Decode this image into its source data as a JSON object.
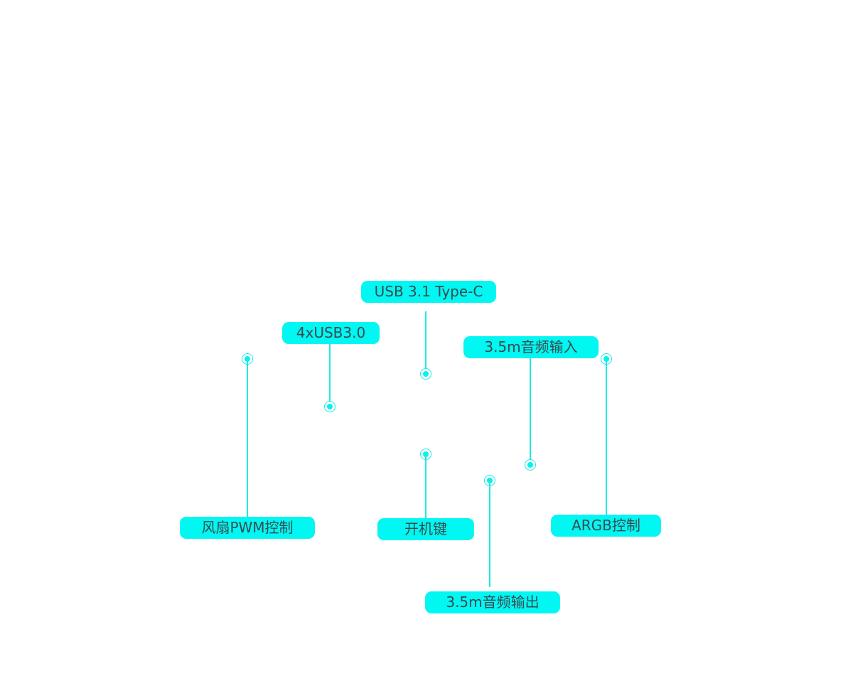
{
  "diagram": {
    "colors": {
      "label_bg": "#00f7f2",
      "label_text": "#3a4a50",
      "line": "#1ee9e6",
      "dot": "#00f3ee"
    },
    "callouts": [
      {
        "id": "usb-type-c",
        "label": "USB 3.1 Type-C"
      },
      {
        "id": "usb3",
        "label": "4xUSB3.0"
      },
      {
        "id": "audio-in",
        "label": "3.5m音频输入"
      },
      {
        "id": "fan-pwm",
        "label": "风扇PWM控制"
      },
      {
        "id": "power",
        "label": "开机键"
      },
      {
        "id": "argb",
        "label": "ARGB控制"
      },
      {
        "id": "audio-out",
        "label": "3.5m音频输出"
      }
    ]
  }
}
